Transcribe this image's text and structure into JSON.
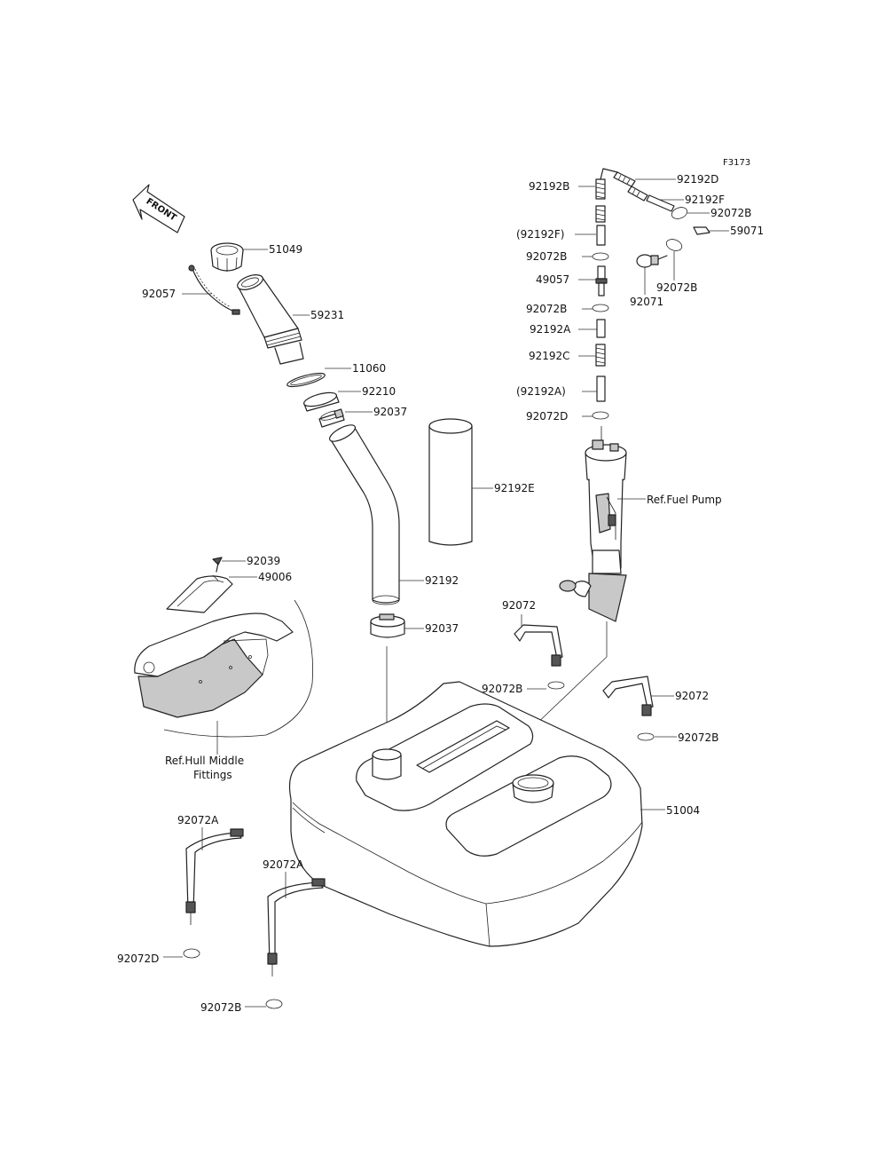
{
  "figure_code": "F3173",
  "front_label": "FRONT",
  "labels": {
    "p51049": "51049",
    "p92057": "92057",
    "p59231": "59231",
    "p11060": "11060",
    "p92210": "92210",
    "p92037_top": "92037",
    "p92192E": "92192E",
    "p92192": "92192",
    "p92037_bottom": "92037",
    "p92039": "92039",
    "p49006": "49006",
    "ref_hull_line1": "Ref.Hull Middle",
    "ref_hull_line2": "Fittings",
    "p92192B": "92192B",
    "p92192D": "92192D",
    "p92192F": "92192F",
    "p92072B_r1": "92072B",
    "p59071": "59071",
    "p92192F_paren": "(92192F)",
    "p92072B_l1": "92072B",
    "p49057": "49057",
    "p92072B_r2": "92072B",
    "p92071": "92071",
    "p92072B_l2": "92072B",
    "p92192A": "92192A",
    "p92192C": "92192C",
    "p92192A_paren": "(92192A)",
    "p92072D": "92072D",
    "ref_fuel_pump": "Ref.Fuel Pump",
    "p92072_left": "92072",
    "p92072B_mid": "92072B",
    "p92072_right": "92072",
    "p92072B_right": "92072B",
    "p51004": "51004",
    "p92072A_1": "92072A",
    "p92072A_2": "92072A",
    "p92072D_b1": "92072D",
    "p92072B_b2": "92072B"
  }
}
